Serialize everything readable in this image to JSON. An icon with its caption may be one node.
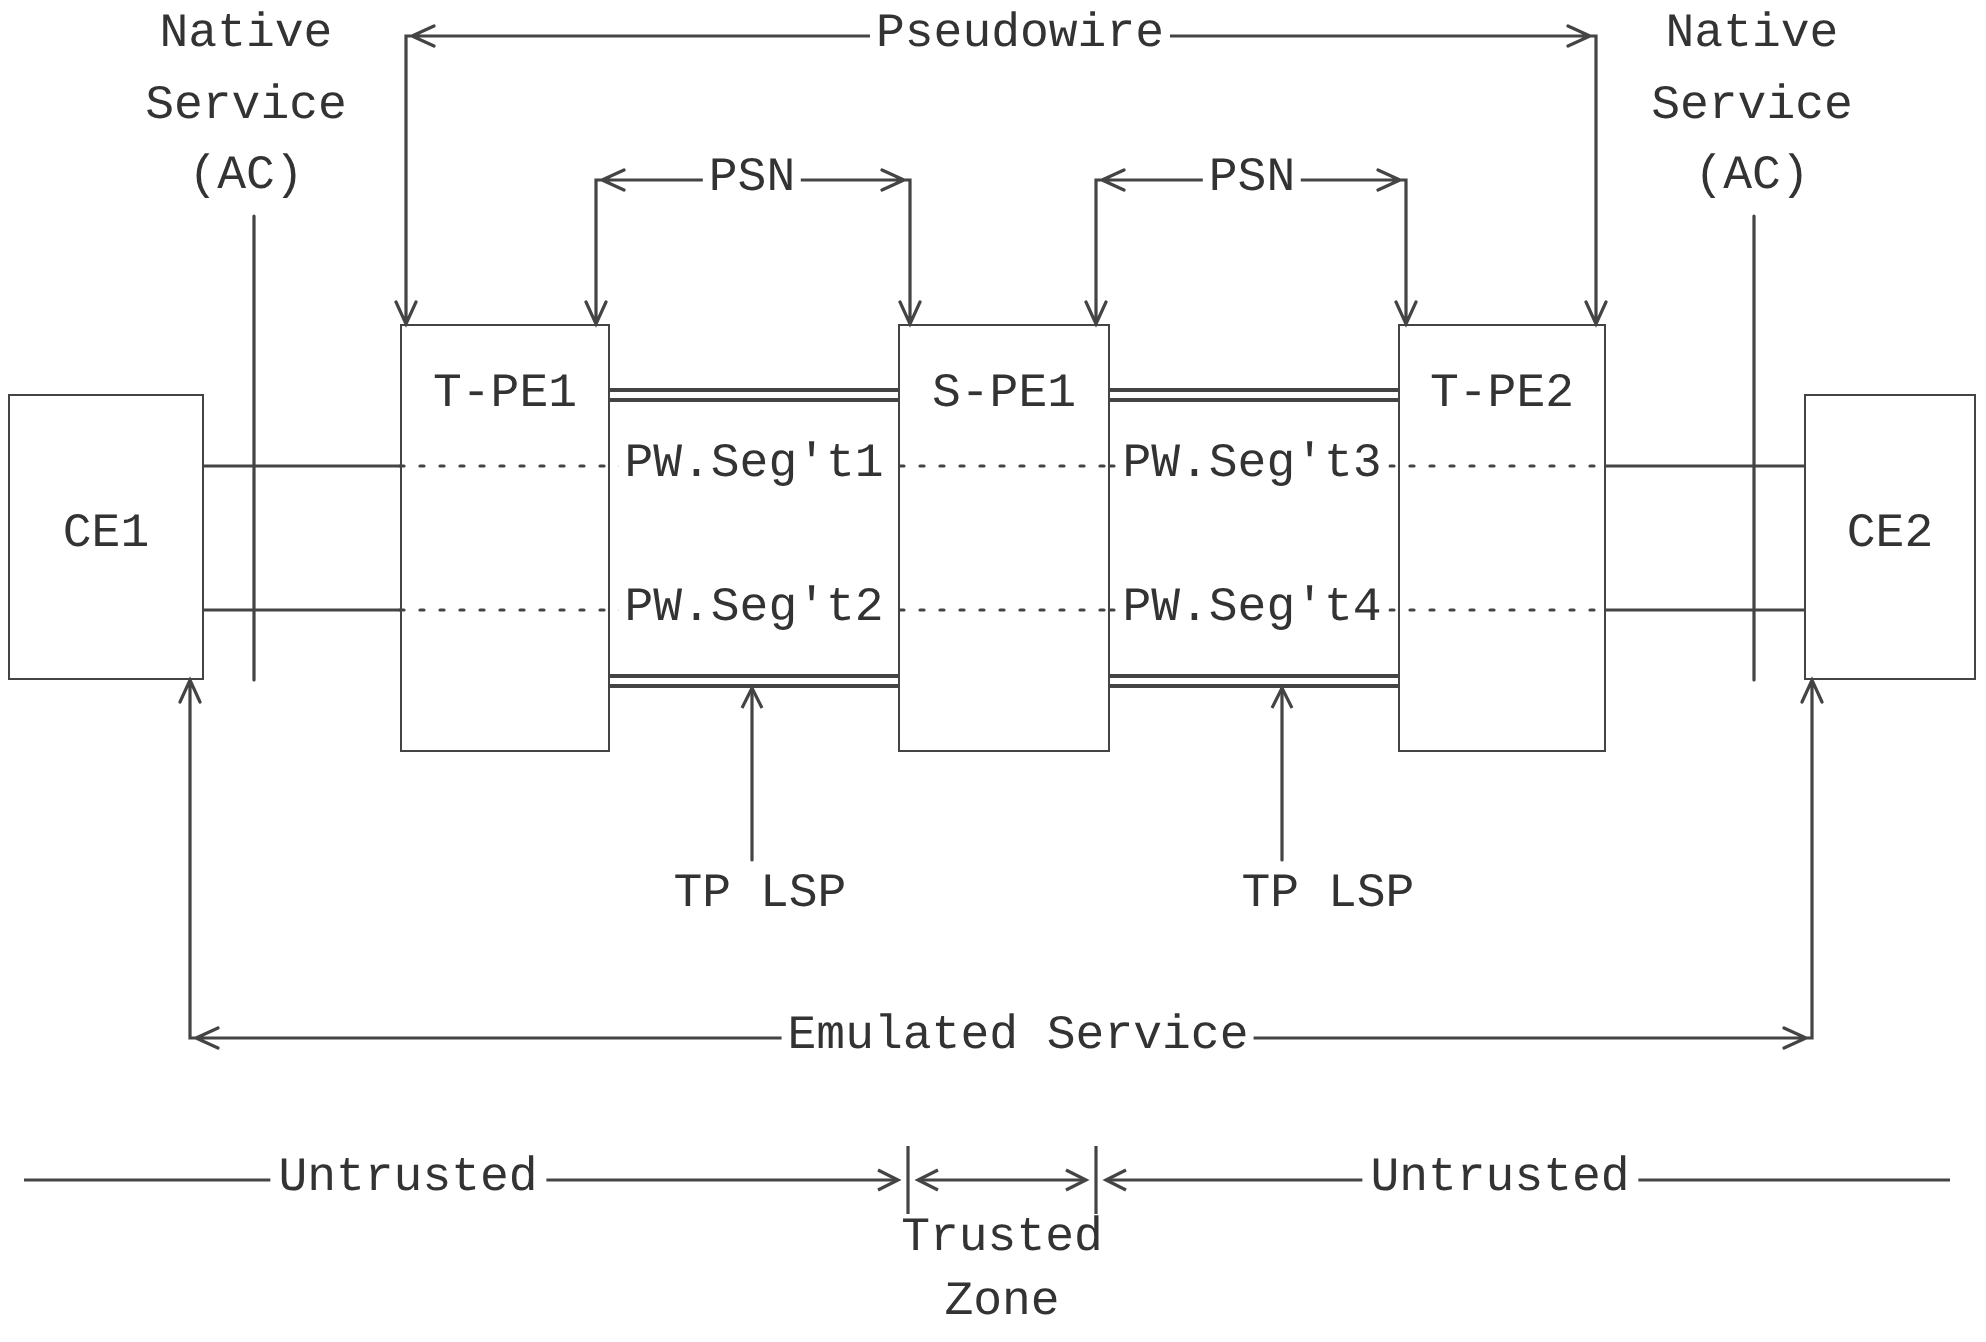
{
  "diagram": {
    "nodes": [
      {
        "text": [
          "Native Service (AC)"
        ]
      },
      {
        "text": [
          "Native Service (AC)"
        ]
      },
      {
        "text": [
          "T-PE1"
        ]
      },
      {
        "text": [
          "S-PE1"
        ]
      },
      {
        "text": [
          "T-PE2"
        ]
      },
      {
        "text": [
          "CE1"
        ]
      },
      {
        "text": [],
        "shape": "bar"
      },
      {
        "text": [],
        "shape": "bar"
      },
      {
        "text": [
          "CE2"
        ]
      },
      {
        "text": [],
        "shape": "bar"
      },
      {
        "text": [],
        "shape": "bar"
      },
      {
        "text": [
          "TP LSP"
        ]
      },
      {
        "text": [
          "TP LSP"
        ]
      }
    ],
    "edges": [
      {
        "from": 2,
        "to": 4,
        "arrow": "both",
        "label": "Pseudowire"
      },
      {
        "from": 2,
        "to": 3,
        "arrow": "both",
        "label": "PSN"
      },
      {
        "from": 3,
        "to": 4,
        "arrow": "both",
        "label": "PSN"
      },
      {
        "from": 0,
        "to": null,
        "arrow": "none"
      },
      {
        "from": 1,
        "to": null,
        "arrow": "none"
      },
      {
        "from": 5,
        "to": 2,
        "arrow": "none"
      },
      {
        "from": 2,
        "to": 3,
        "arrow": "none",
        "label": "PW.Seg't1",
        "style": "dashed"
      },
      {
        "from": 3,
        "to": 4,
        "arrow": "none",
        "label": "PW.Seg't3",
        "style": "dashed"
      },
      {
        "from": 4,
        "to": 8,
        "arrow": "none"
      },
      {
        "from": 5,
        "to": 2,
        "arrow": "none"
      },
      {
        "from": 2,
        "to": 3,
        "arrow": "none",
        "label": "PW.Seg't2",
        "style": "dashed"
      },
      {
        "from": 3,
        "to": 4,
        "arrow": "none",
        "label": "PW.Seg't4",
        "style": "dashed"
      },
      {
        "from": 4,
        "to": 8,
        "arrow": "none"
      },
      {
        "from": 11,
        "to": 9,
        "arrow": "to"
      },
      {
        "from": 12,
        "to": 10,
        "arrow": "to"
      },
      {
        "from": 5,
        "to": 8,
        "arrow": "both",
        "label": "Emulated Service"
      }
    ],
    "labels": [
      "Untrusted",
      "Untrusted",
      "Trusted Zone"
    ]
  }
}
